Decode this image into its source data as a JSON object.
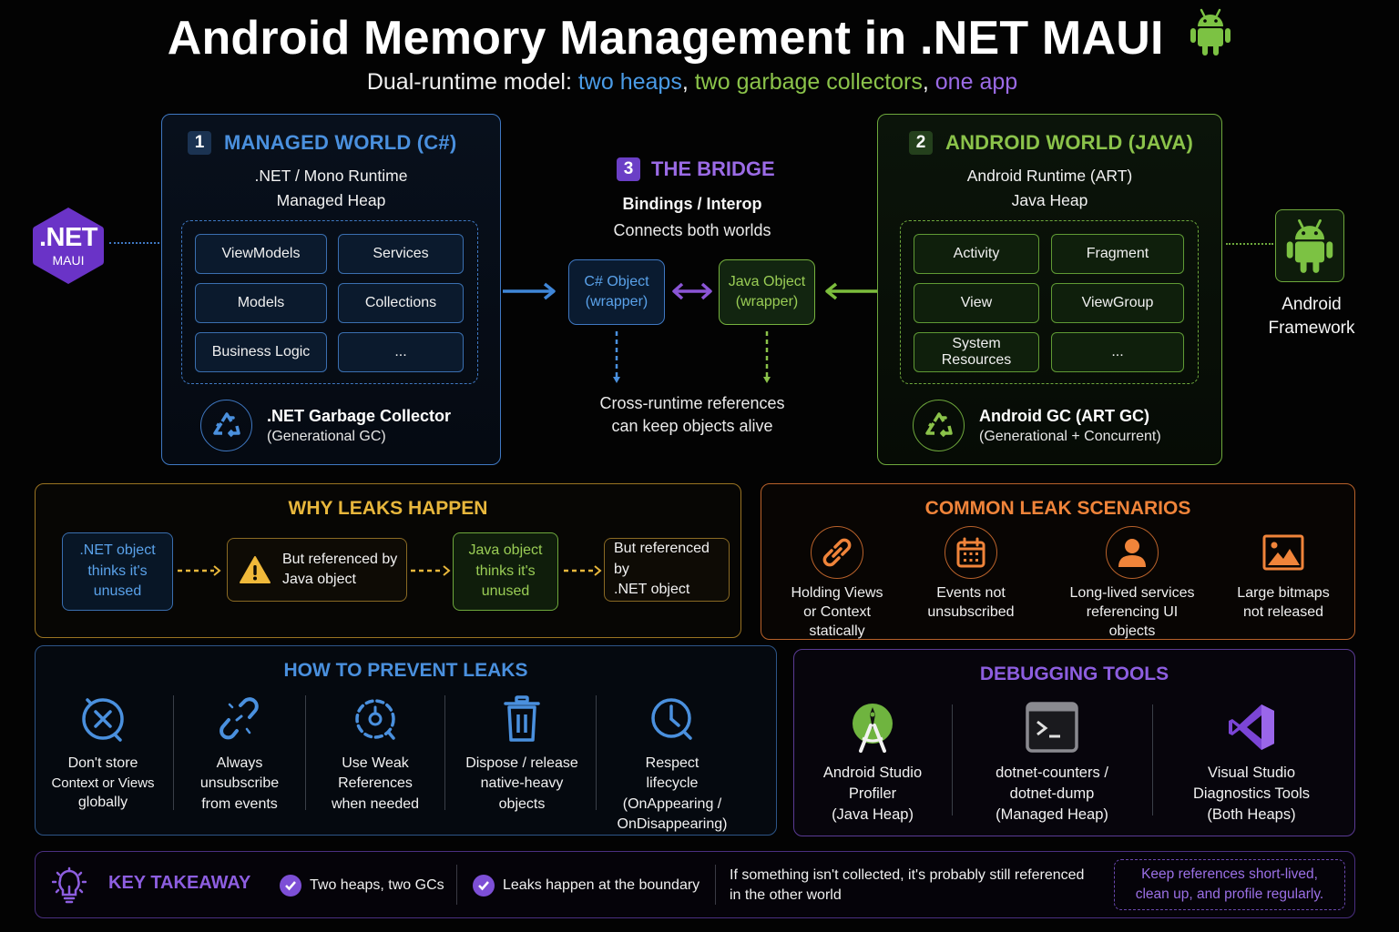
{
  "header": {
    "title": "Android Memory Management in .NET MAUI",
    "title_icon": "android-robot-icon",
    "subtitle_prefix": "Dual-runtime model: ",
    "subtitle_part1": "two heaps",
    "subtitle_sep1": ", ",
    "subtitle_part2": "two garbage collectors",
    "subtitle_sep2": ", ",
    "subtitle_part3": "one app"
  },
  "colors": {
    "managed": "#4a90de",
    "android": "#8bc34a",
    "bridge": "#9b6be6",
    "why": "#e8b73c",
    "common": "#f0843a"
  },
  "maui_logo": {
    "line1": ".NET",
    "line2": "MAUI"
  },
  "managed_world": {
    "number": "1",
    "title": "MANAGED WORLD (C#)",
    "runtime": ".NET / Mono Runtime",
    "heap": "Managed Heap",
    "items": [
      "ViewModels",
      "Services",
      "Models",
      "Collections",
      "Business Logic",
      "..."
    ],
    "gc_icon": "recycle-icon",
    "gc_title": ".NET Garbage Collector",
    "gc_sub": "(Generational GC)"
  },
  "bridge": {
    "number": "3",
    "title": "THE BRIDGE",
    "sub1": "Bindings / Interop",
    "sub2": "Connects both worlds",
    "cs_object_line1": "C# Object",
    "cs_object_line2": "(wrapper)",
    "java_object_line1": "Java Object",
    "java_object_line2": "(wrapper)",
    "cross_line1": "Cross-runtime references",
    "cross_line2": "can keep objects alive"
  },
  "android_world": {
    "number": "2",
    "title": "ANDROID WORLD (JAVA)",
    "runtime": "Android Runtime (ART)",
    "heap": "Java Heap",
    "items": [
      "Activity",
      "Fragment",
      "View",
      "ViewGroup",
      "System Resources",
      "..."
    ],
    "gc_icon": "recycle-icon",
    "gc_title": "Android GC (ART GC)",
    "gc_sub": "(Generational + Concurrent)"
  },
  "android_framework": {
    "line1": "Android",
    "line2": "Framework",
    "icon": "android-robot-icon"
  },
  "why_leaks": {
    "title": "WHY LEAKS HAPPEN",
    "steps": [
      {
        "line1": ".NET object",
        "line2": "thinks it's",
        "line3": "unused"
      },
      {
        "line1": "But referenced by",
        "line2": "Java object",
        "icon": "warning-icon"
      },
      {
        "line1": "Java object",
        "line2": "thinks it's",
        "line3": "unused"
      },
      {
        "line1": "But referenced by",
        "line2": ".NET object"
      }
    ]
  },
  "common_leaks": {
    "title": "COMMON LEAK SCENARIOS",
    "items": [
      {
        "icon": "link-icon",
        "lines": [
          "Holding Views",
          "or Context",
          "statically"
        ]
      },
      {
        "icon": "calendar-icon",
        "lines": [
          "Events not",
          "unsubscribed"
        ]
      },
      {
        "icon": "user-icon",
        "lines": [
          "Long-lived services",
          "referencing UI",
          "objects"
        ]
      },
      {
        "icon": "image-icon",
        "lines": [
          "Large bitmaps",
          "not released"
        ]
      }
    ]
  },
  "prevent_leaks": {
    "title": "HOW TO PREVENT LEAKS",
    "items": [
      {
        "icon": "no-entry-icon",
        "lines": [
          "Don't store",
          "Context or Views",
          "globally"
        ]
      },
      {
        "icon": "broken-link-icon",
        "lines": [
          "Always",
          "unsubscribe",
          "from events"
        ]
      },
      {
        "icon": "weak-reference-icon",
        "lines": [
          "Use Weak",
          "References",
          "when needed"
        ]
      },
      {
        "icon": "trash-icon",
        "lines": [
          "Dispose / release",
          "native-heavy",
          "objects"
        ]
      },
      {
        "icon": "clock-icon",
        "lines": [
          "Respect",
          "lifecycle",
          "(OnAppearing /",
          "OnDisappearing)"
        ]
      }
    ]
  },
  "debugging_tools": {
    "title": "DEBUGGING TOOLS",
    "items": [
      {
        "icon": "android-studio-icon",
        "lines": [
          "Android Studio",
          "Profiler",
          "(Java Heap)"
        ]
      },
      {
        "icon": "terminal-icon",
        "lines": [
          "dotnet-counters /",
          "dotnet-dump",
          "(Managed Heap)"
        ]
      },
      {
        "icon": "visual-studio-icon",
        "lines": [
          "Visual Studio",
          "Diagnostics Tools",
          "(Both Heaps)"
        ]
      }
    ]
  },
  "key_takeaway": {
    "icon": "lightbulb-icon",
    "title": "KEY TAKEAWAY",
    "point1": "Two heaps, two GCs",
    "point2": "Leaks happen at the boundary",
    "statement_line1": "If something isn't collected, it's probably still referenced",
    "statement_line2": "in the other world",
    "tip_line1": "Keep references short-lived,",
    "tip_line2": "clean up, and profile regularly."
  }
}
